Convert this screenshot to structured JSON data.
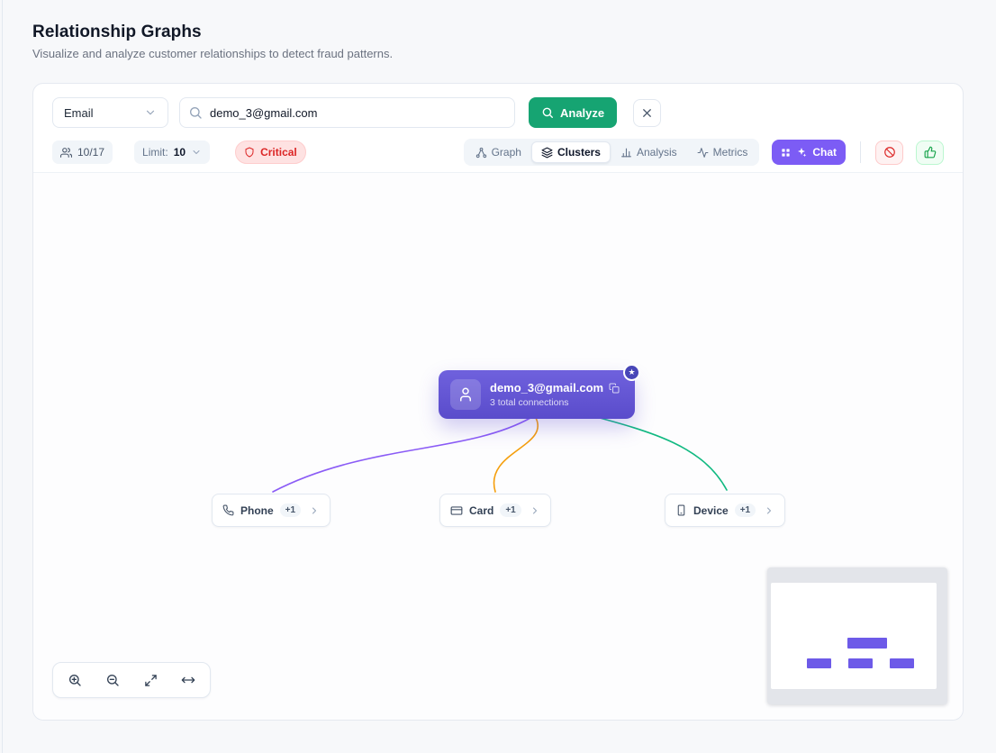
{
  "page": {
    "title": "Relationship Graphs",
    "subtitle": "Visualize and analyze customer relationships to detect fraud patterns."
  },
  "toolbar": {
    "entity_type": "Email",
    "search_value": "demo_3@gmail.com",
    "analyze_label": "Analyze",
    "node_count": "10/17",
    "limit_label": "Limit:",
    "limit_value": "10",
    "risk_label": "Critical",
    "tabs": [
      {
        "label": "Graph"
      },
      {
        "label": "Clusters"
      },
      {
        "label": "Analysis"
      },
      {
        "label": "Metrics"
      }
    ],
    "chat_label": "Chat"
  },
  "graph": {
    "root": {
      "label": "demo_3@gmail.com",
      "sublabel": "3 total connections"
    },
    "children": [
      {
        "label": "Phone",
        "badge": "+1"
      },
      {
        "label": "Card",
        "badge": "+1"
      },
      {
        "label": "Device",
        "badge": "+1"
      }
    ]
  },
  "icons": {
    "star": "★"
  },
  "colors": {
    "edge_phone": "#8b5cf6",
    "edge_card": "#f59e0b",
    "edge_device": "#10b981",
    "accent_green": "#16a472",
    "accent_purple": "#7c5cf5",
    "node_purple": "#6052cc"
  }
}
